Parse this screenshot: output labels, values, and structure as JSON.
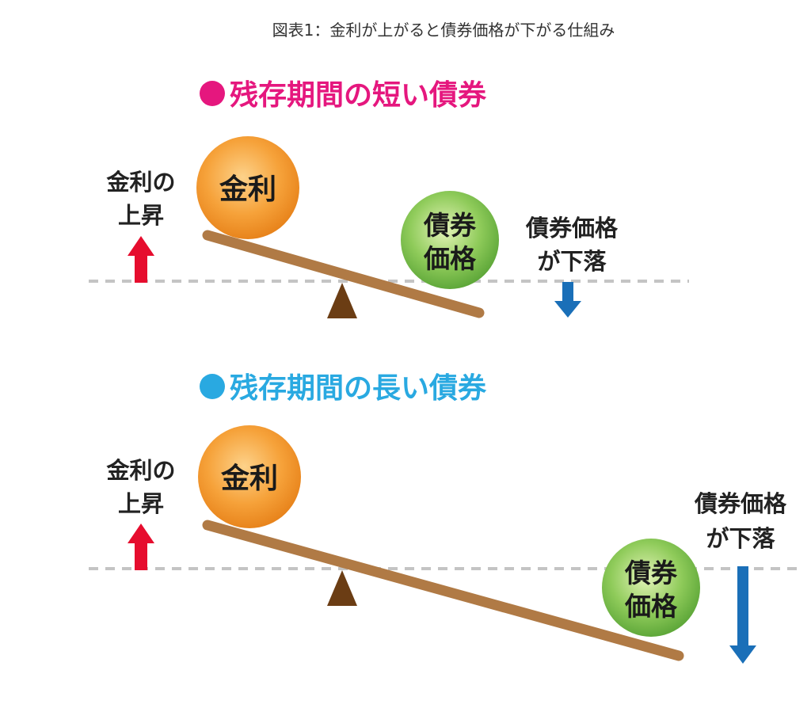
{
  "title": "図表1：金利が上がると債券価格が下がる仕組み",
  "colors": {
    "short_heading": "#e5177e",
    "long_heading": "#29a9e1",
    "interest_ball": "#f39a2e",
    "bond_ball": "#7dc04b",
    "plank": "#b07a45",
    "fulcrum": "#6b3d14",
    "up_arrow": "#e60d2e",
    "down_arrow": "#1a6fb8"
  },
  "panels": [
    {
      "heading": "残存期間の短い債券",
      "rate_label": [
        "金利の",
        "上昇"
      ],
      "rate_ball": "金利",
      "bond_ball": [
        "債券",
        "価格"
      ],
      "price_label": [
        "債券価格",
        "が下落"
      ]
    },
    {
      "heading": "残存期間の長い債券",
      "rate_label": [
        "金利の",
        "上昇"
      ],
      "rate_ball": "金利",
      "bond_ball": [
        "債券",
        "価格"
      ],
      "price_label": [
        "債券価格",
        "が下落"
      ]
    }
  ]
}
